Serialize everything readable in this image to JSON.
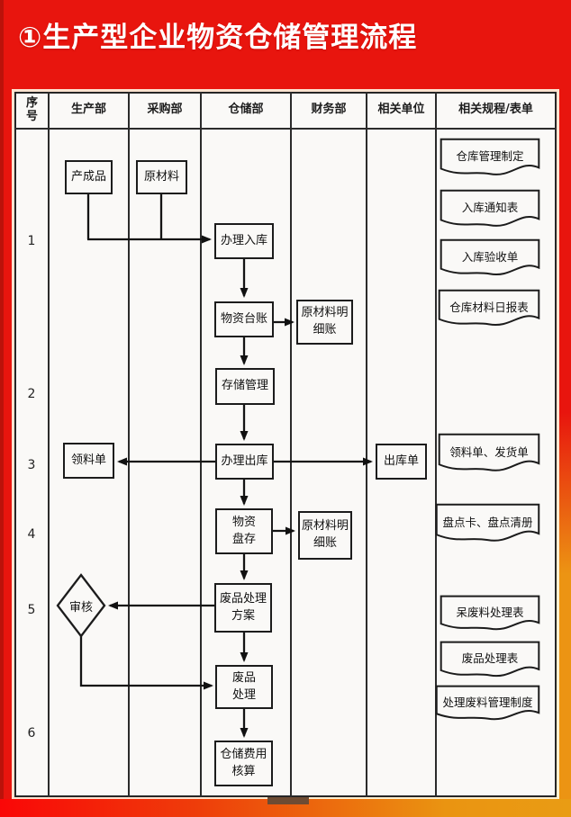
{
  "title": "①生产型企业物资仓储管理流程",
  "columns": [
    "序\n号",
    "生产部",
    "采购部",
    "仓储部",
    "财务部",
    "相关单位",
    "相关规程/表单"
  ],
  "row_numbers": [
    "1",
    "2",
    "3",
    "4",
    "5",
    "6"
  ],
  "flow": {
    "finished_goods": "产成品",
    "raw_material": "原材料",
    "inbound": "办理入库",
    "material_ledger": "物资台账",
    "raw_material_detail_1": "原材料明\n细账",
    "storage_mgmt": "存储管理",
    "outbound": "办理出库",
    "requisition": "领料单",
    "outbound_order": "出库单",
    "stocktaking": "物资\n盘存",
    "raw_material_detail_2": "原材料明\n细账",
    "scrap_plan": "废品处理\n方案",
    "review": "审核",
    "scrap_disposal": "废品\n处理",
    "cost_accounting": "仓储费用\n核算"
  },
  "docs": [
    "仓库管理制定",
    "入库通知表",
    "入库验收单",
    "仓库材料日报表",
    "领料单、发货单",
    "盘点卡、盘点清册",
    "呆废料处理表",
    "废品处理表",
    "处理废料管理制度"
  ],
  "colors": {
    "background_red": "#e8150e",
    "background_orange": "#ec9413",
    "table_background": "#faf9f7",
    "line_black": "#1c1c1c",
    "title_white": "#ffffff"
  }
}
